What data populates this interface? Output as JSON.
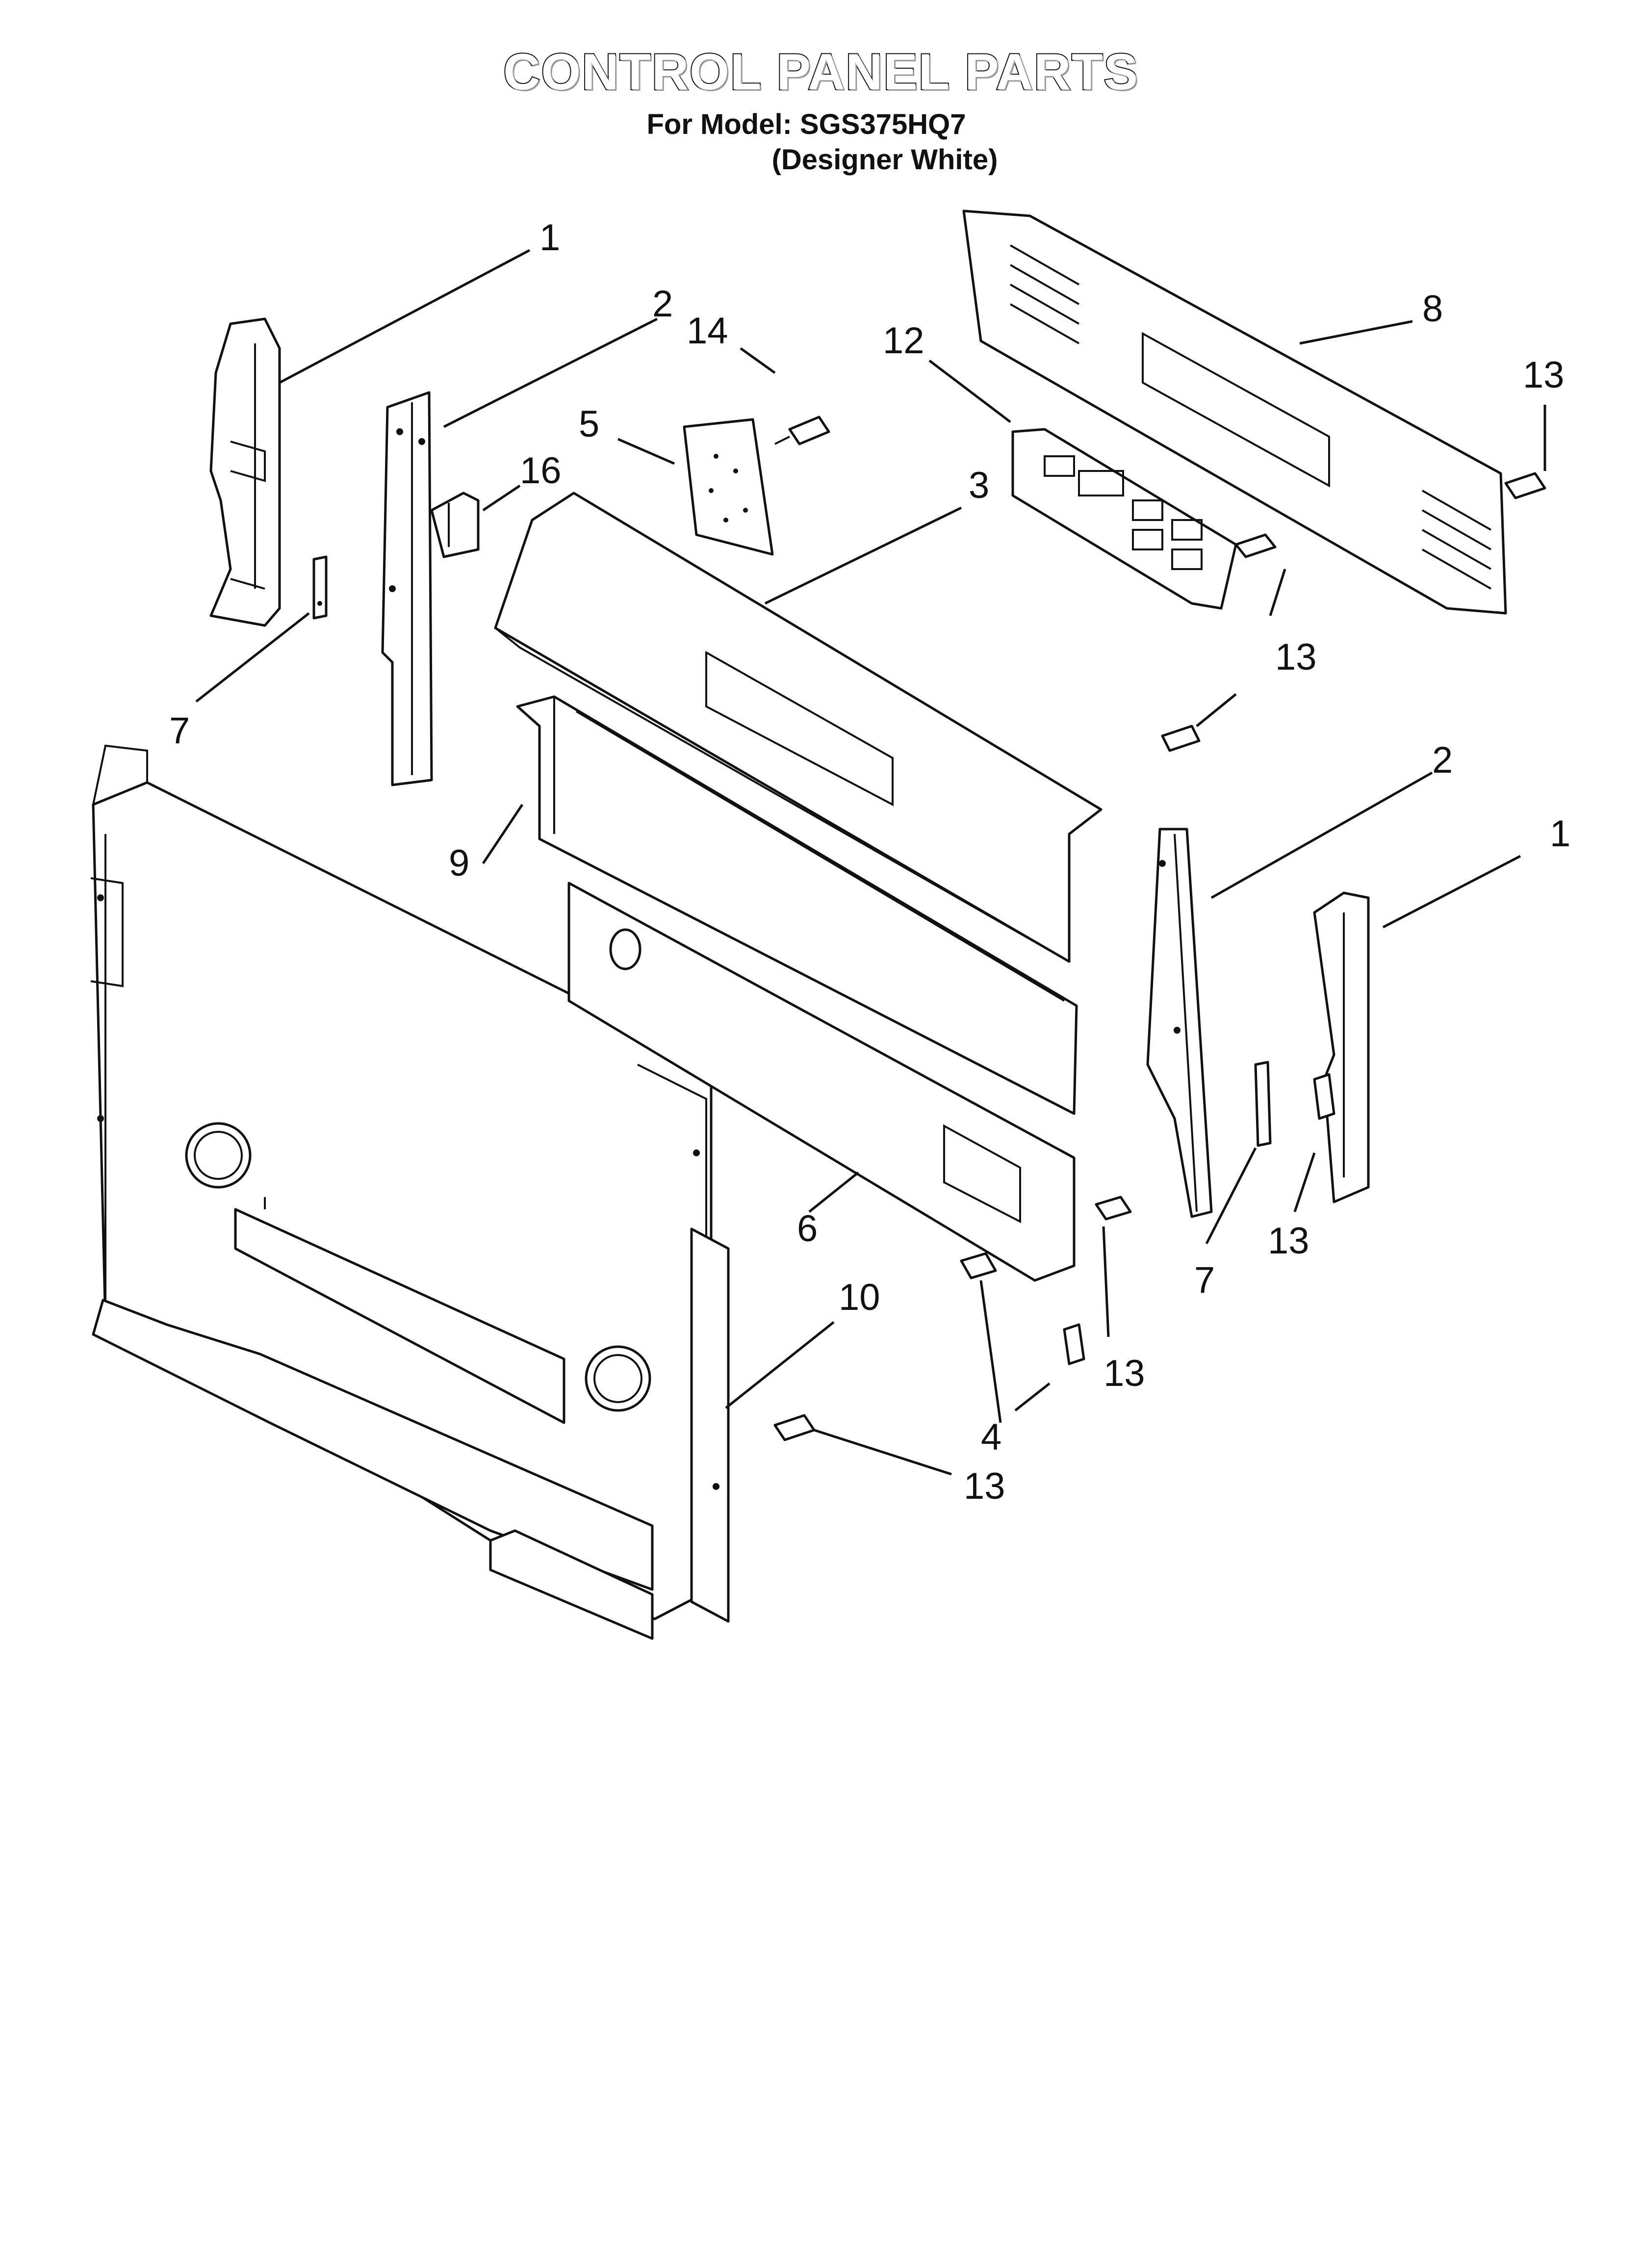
{
  "header": {
    "title": "CONTROL PANEL PARTS",
    "model_line": "For Model: SGS375HQ7",
    "variant_line": "(Designer White)"
  },
  "callouts": [
    {
      "id": "c-1-left",
      "label": "1"
    },
    {
      "id": "c-2-left",
      "label": "2"
    },
    {
      "id": "c-14",
      "label": "14"
    },
    {
      "id": "c-12",
      "label": "12"
    },
    {
      "id": "c-8",
      "label": "8"
    },
    {
      "id": "c-13-top-right",
      "label": "13"
    },
    {
      "id": "c-5",
      "label": "5"
    },
    {
      "id": "c-16",
      "label": "16"
    },
    {
      "id": "c-3",
      "label": "3"
    },
    {
      "id": "c-13-upper",
      "label": "13"
    },
    {
      "id": "c-7-left",
      "label": "7"
    },
    {
      "id": "c-2-right",
      "label": "2"
    },
    {
      "id": "c-1-right",
      "label": "1"
    },
    {
      "id": "c-9",
      "label": "9"
    },
    {
      "id": "c-6",
      "label": "6"
    },
    {
      "id": "c-7-right",
      "label": "7"
    },
    {
      "id": "c-13-right",
      "label": "13"
    },
    {
      "id": "c-10",
      "label": "10"
    },
    {
      "id": "c-13-mid",
      "label": "13"
    },
    {
      "id": "c-4",
      "label": "4"
    },
    {
      "id": "c-13-bottom",
      "label": "13"
    }
  ],
  "colors": {
    "line": "#111111",
    "background": "#ffffff"
  }
}
